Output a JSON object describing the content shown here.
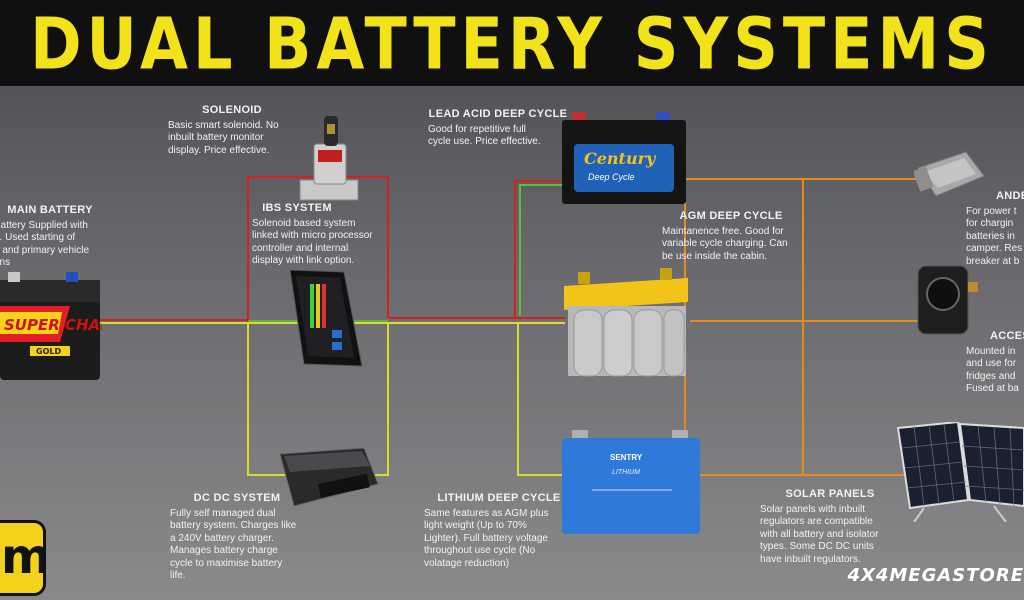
{
  "title": "DUAL BATTERY SYSTEMS",
  "footer": "4X4MEGASTORE",
  "logo_text": "m",
  "colors": {
    "title": "#f2e21a",
    "wire_red": "#d42020",
    "wire_yellow": "#d8dc2a",
    "wire_green": "#5cc22e",
    "wire_orange": "#e88a1a"
  },
  "components": {
    "main_battery": {
      "title": "MAIN BATTERY",
      "desc": "Battery Supplied with\ne. Used starting of\ne and primary vehicle\nons",
      "brand": "SUPER CHARGE",
      "grade": "GOLD"
    },
    "solenoid": {
      "title": "SOLENOID",
      "desc": "Basic smart solenoid. No\ninbuilt battery monitor\ndisplay. Price effective."
    },
    "ibs": {
      "title": "IBS SYSTEM",
      "desc": "Solenoid based system\nlinked with micro processor\ncontroller and internal\ndisplay with link option."
    },
    "dcdc": {
      "title": "DC DC SYSTEM",
      "desc": "Fully self managed dual\nbattery system. Charges like\na 240V battery charger.\nManages battery charge\ncycle to maximise battery\nlife."
    },
    "lead_acid": {
      "title": "LEAD ACID DEEP CYCLE",
      "desc": "Good for repetitive full\ncycle use. Price effective.",
      "brand": "Century",
      "sub": "Deep Cycle"
    },
    "agm": {
      "title": "AGM DEEP CYCLE",
      "desc": "Maintanence free. Good for\nvariable cycle charging. Can\nbe use inside the cabin."
    },
    "lithium": {
      "title": "LITHIUM DEEP CYCLE",
      "desc": "Same features as AGM plus\nlight weight (Up to 70%\nLighter). Full battery voltage\nthroughout use cycle (No\nvolatage reduction)",
      "brand": "SENTRY",
      "sub": "LITHIUM"
    },
    "anderson": {
      "title": "ANDER",
      "desc": "For power t\nfor chargin\nbatteries in\ncamper. Res\nbreaker at b"
    },
    "accessory": {
      "title": "ACCESS",
      "desc": "Mounted in\nand use for\nfridges and\nFused at ba"
    },
    "solar": {
      "title": "SOLAR PANELS",
      "desc": "Solar panels with inbuilt\nregulators are compatible\nwith all battery and isolator\ntypes. Some DC DC units\nhave inbuilt regulators."
    }
  }
}
